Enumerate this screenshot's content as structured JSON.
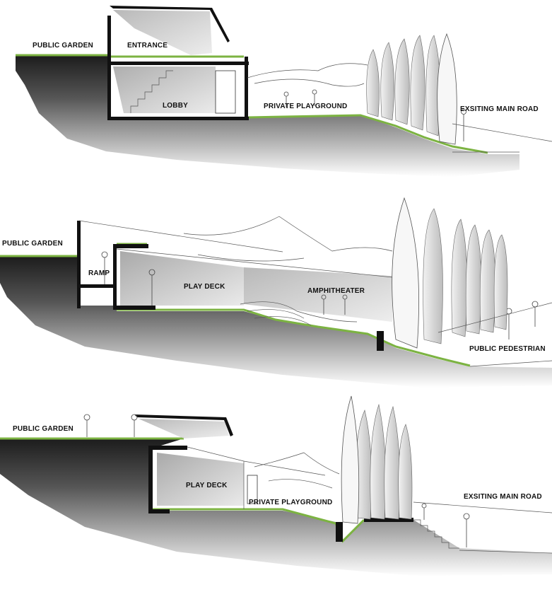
{
  "sections": [
    {
      "id": "section-1",
      "labels": {
        "public_garden": "PUBLIC GARDEN",
        "entrance": "ENTRANCE",
        "lobby": "LOBBY",
        "private_playground": "PRIVATE PLAYGROUND",
        "main_road": "EXSITING MAIN ROAD"
      }
    },
    {
      "id": "section-2",
      "labels": {
        "public_garden": "PUBLIC GARDEN",
        "ramp": "RAMP",
        "play_deck": "PLAY DECK",
        "amphitheater": "AMPHITHEATER",
        "public_pedestrian": "PUBLIC PEDESTRIAN"
      }
    },
    {
      "id": "section-3",
      "labels": {
        "public_garden": "PUBLIC GARDEN",
        "play_deck": "PLAY DECK",
        "private_playground": "PRIVATE PLAYGROUND",
        "main_road": "EXSITING MAIN ROAD"
      }
    }
  ],
  "colors": {
    "grass": "#7cb342",
    "soil": "#2b2b2b",
    "structure": "#111111",
    "sketch": "#555555"
  }
}
